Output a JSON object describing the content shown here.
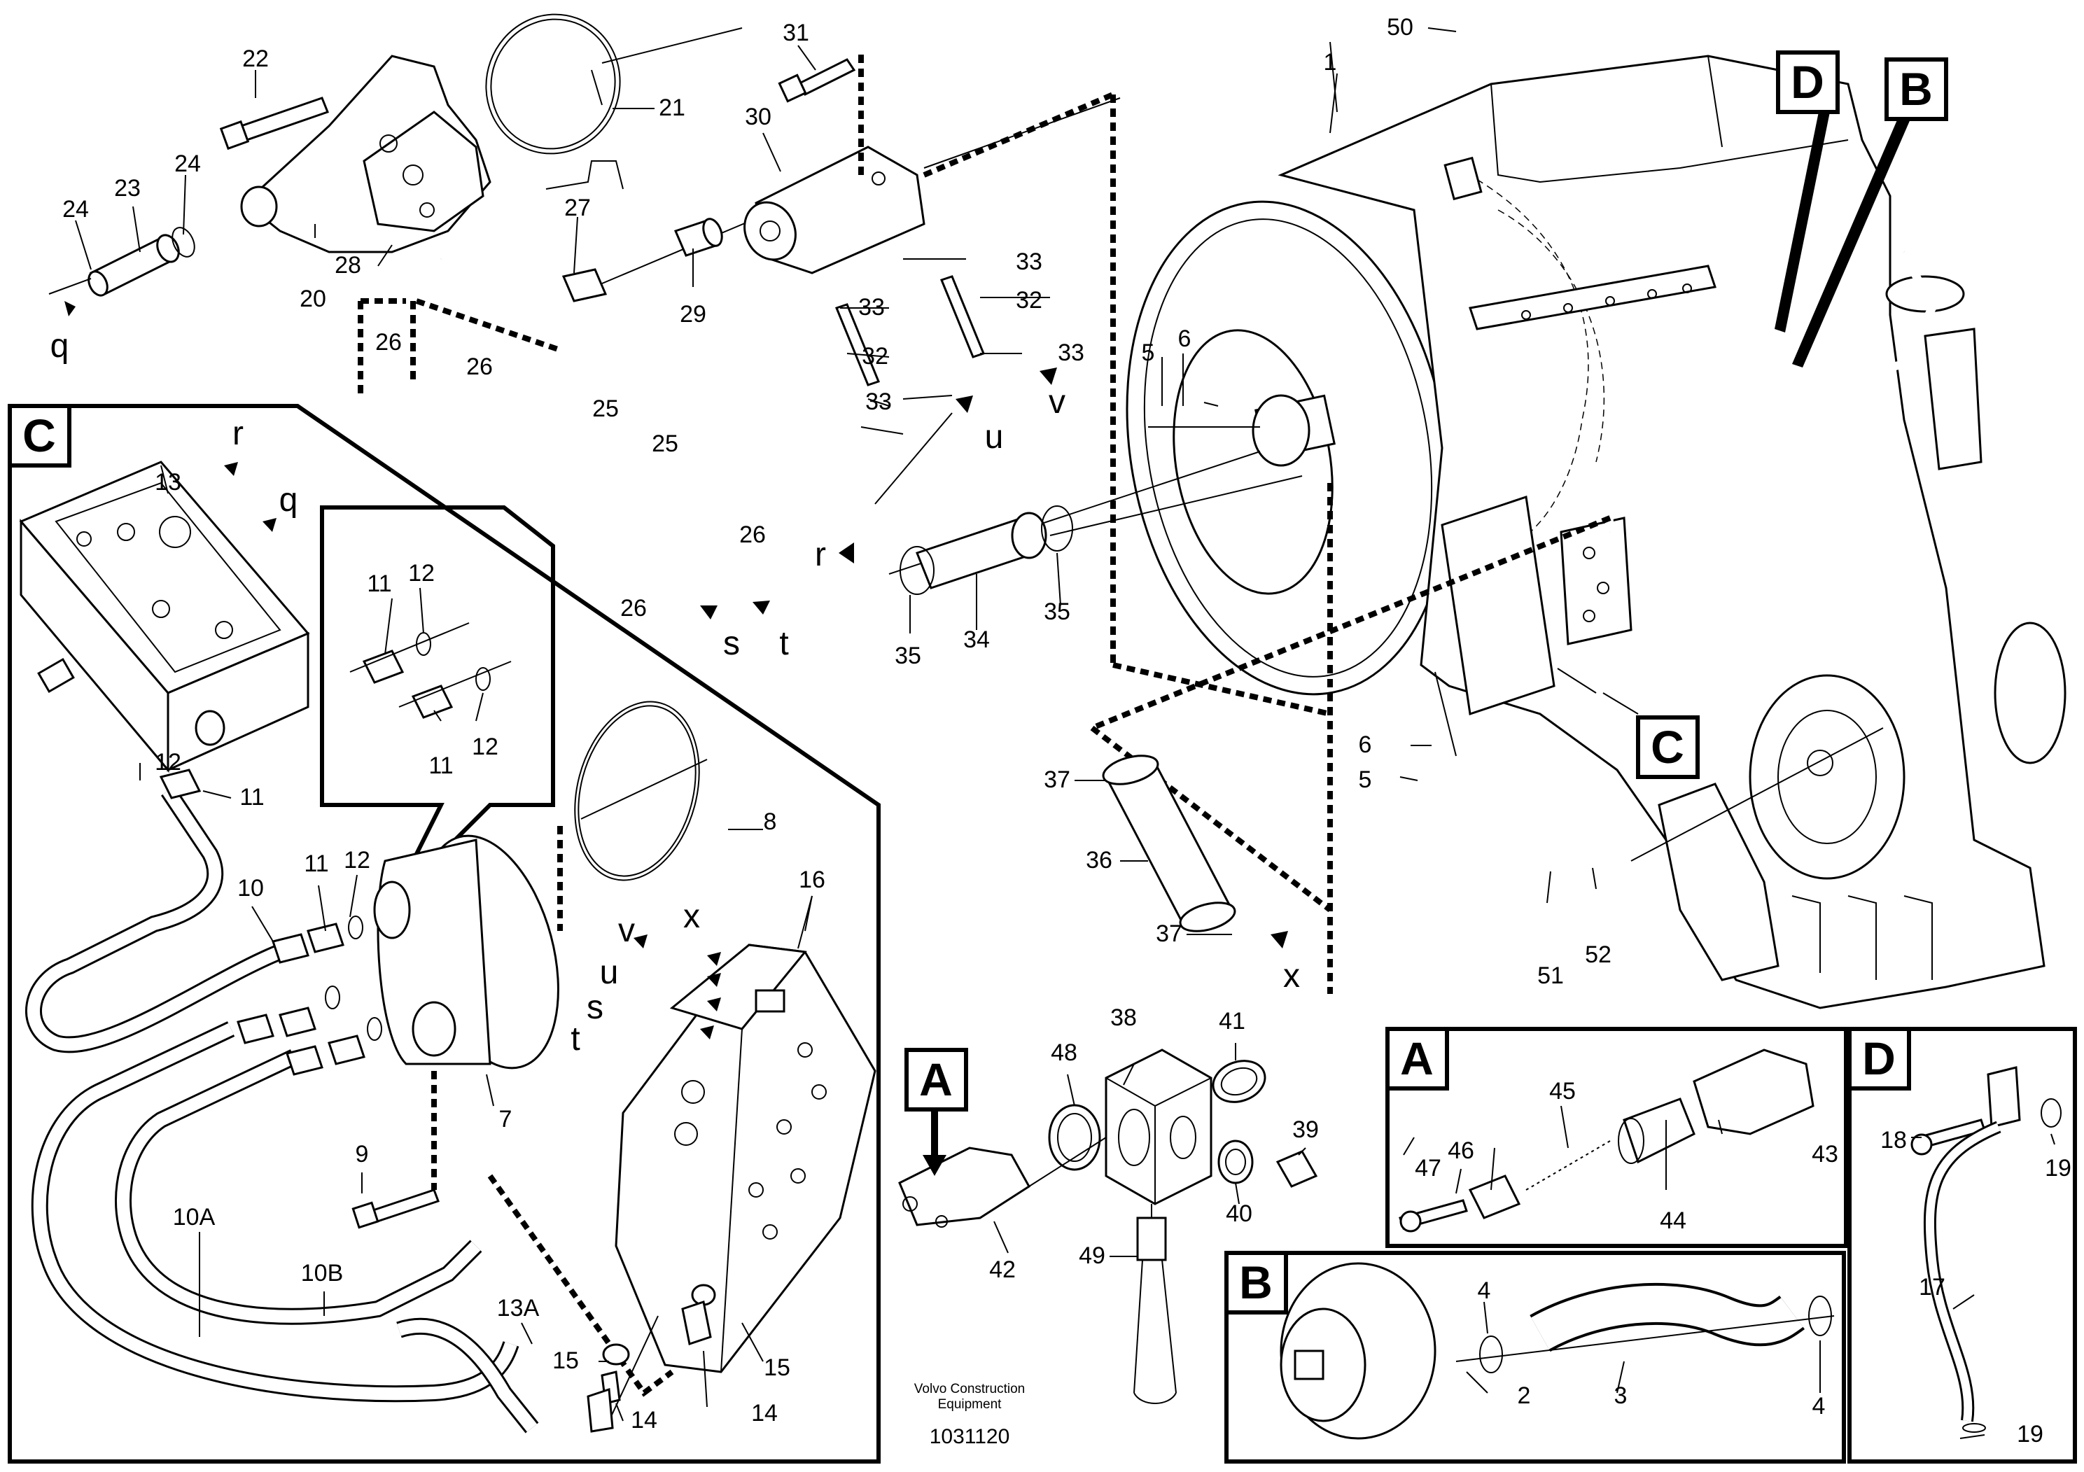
{
  "callout_boxes": [
    "A",
    "B",
    "C",
    "D"
  ],
  "detail_panels": {
    "A": "A",
    "B": "B",
    "C": "C",
    "D": "D"
  },
  "connection_letters": [
    "q",
    "r",
    "s",
    "t",
    "u",
    "v",
    "x"
  ],
  "part_labels": {
    "1": "1",
    "2": "2",
    "3": "3",
    "4": "4",
    "5": "5",
    "6": "6",
    "7": "7",
    "8": "8",
    "9": "9",
    "10": "10",
    "10A": "10A",
    "10B": "10B",
    "11": "11",
    "12": "12",
    "13": "13",
    "13A": "13A",
    "14": "14",
    "15": "15",
    "16": "16",
    "17": "17",
    "18": "18",
    "19": "19",
    "20": "20",
    "21": "21",
    "22": "22",
    "23": "23",
    "24": "24",
    "25": "25",
    "26": "26",
    "27": "27",
    "28": "28",
    "29": "29",
    "30": "30",
    "31": "31",
    "32": "32",
    "33": "33",
    "34": "34",
    "35": "35",
    "36": "36",
    "37": "37",
    "38": "38",
    "39": "39",
    "40": "40",
    "41": "41",
    "42": "42",
    "43": "43",
    "44": "44",
    "45": "45",
    "46": "46",
    "47": "47",
    "48": "48",
    "49": "49",
    "50": "50",
    "51": "51",
    "52": "52"
  },
  "footer": {
    "credit_line1": "Volvo Construction",
    "credit_line2": "Equipment",
    "drawing_number": "1031120"
  }
}
